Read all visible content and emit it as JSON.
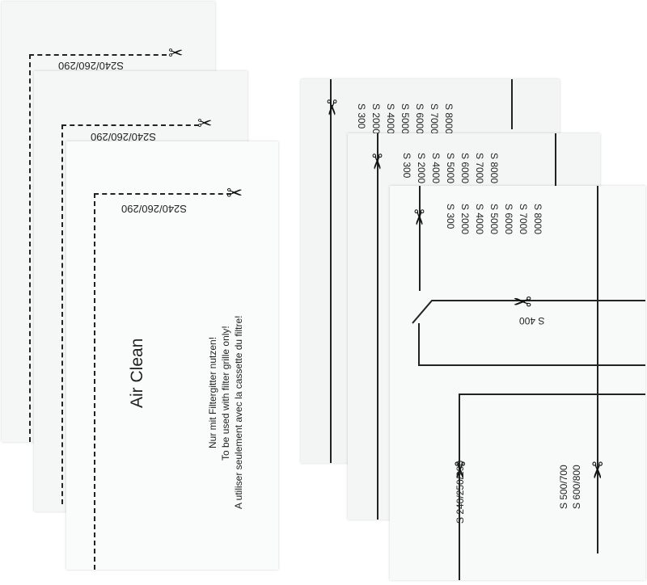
{
  "left_group": {
    "size_label": "S240/260/290",
    "brand": "Air Clean",
    "instructions": [
      "Nur mit Filtergitter nutzen!",
      "To be used with filter grille only!",
      "A utiliser seulement avec la cassette du filtre!"
    ]
  },
  "right_group": {
    "model_list": [
      "S 300",
      "S 2000",
      "S 4000",
      "S 5000",
      "S 6000",
      "S 7000",
      "S 8000"
    ],
    "model_list_short": [
      "S 300",
      "S 2000",
      "S 4000",
      "S 5000",
      "S 6000",
      "S 7000",
      "S 8000"
    ],
    "s400_label": "S 400",
    "s240_label": "S 240/250/290",
    "s500_labels": [
      "S 500/700",
      "S 600/800"
    ]
  },
  "icons": {
    "scissors": "scissors-icon"
  }
}
